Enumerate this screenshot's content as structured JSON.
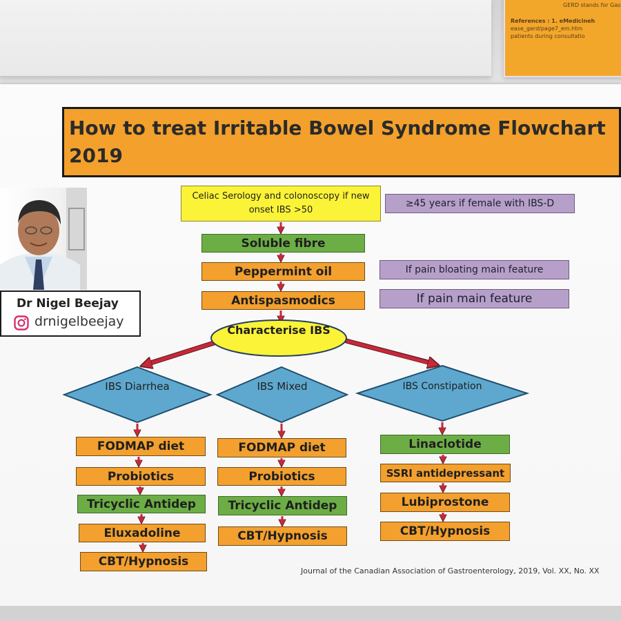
{
  "title": "How to treat Irritable Bowel Syndrome Flowchart 2019",
  "author": {
    "name": "Dr Nigel Beejay",
    "handle": "drnigelbeejay"
  },
  "flyer": {
    "line1": "GERD stands for Gast",
    "line2": "References : 1. eMedicineh",
    "line3": "ease_gerd/page7_em.htm",
    "line4": "patients during consultatio"
  },
  "flow": {
    "start": "Celiac Serology and colonoscopy if new onset IBS >50",
    "start_note": "≥45 years if female with IBS-D",
    "step1": "Soluble fibre",
    "step2": "Peppermint oil",
    "step2_note": "If pain bloating main feature",
    "step3": "Antispasmodics",
    "step3_note": "If pain main feature",
    "decision": "Characterise IBS",
    "branches": [
      {
        "name": "IBS Diarrhea",
        "steps": [
          "FODMAP diet",
          "Probiotics",
          "Tricyclic Antidep",
          "Eluxadoline",
          "CBT/Hypnosis"
        ]
      },
      {
        "name": "IBS Mixed",
        "steps": [
          "FODMAP diet",
          "Probiotics",
          "Tricyclic Antidep",
          "CBT/Hypnosis"
        ]
      },
      {
        "name": "IBS Constipation",
        "steps": [
          "Linaclotide",
          "SSRI antidepressant",
          "Lubiprostone",
          "CBT/Hypnosis"
        ]
      }
    ]
  },
  "citation": "Journal of the Canadian Association of Gastroenterology, 2019, Vol. XX, No. XX",
  "colors": {
    "orange": "#f3a02e",
    "green": "#6cae45",
    "yellow": "#fbf337",
    "purple": "#b6a0c9",
    "blue": "#5ea8cf",
    "arrow": "#c8283a"
  }
}
